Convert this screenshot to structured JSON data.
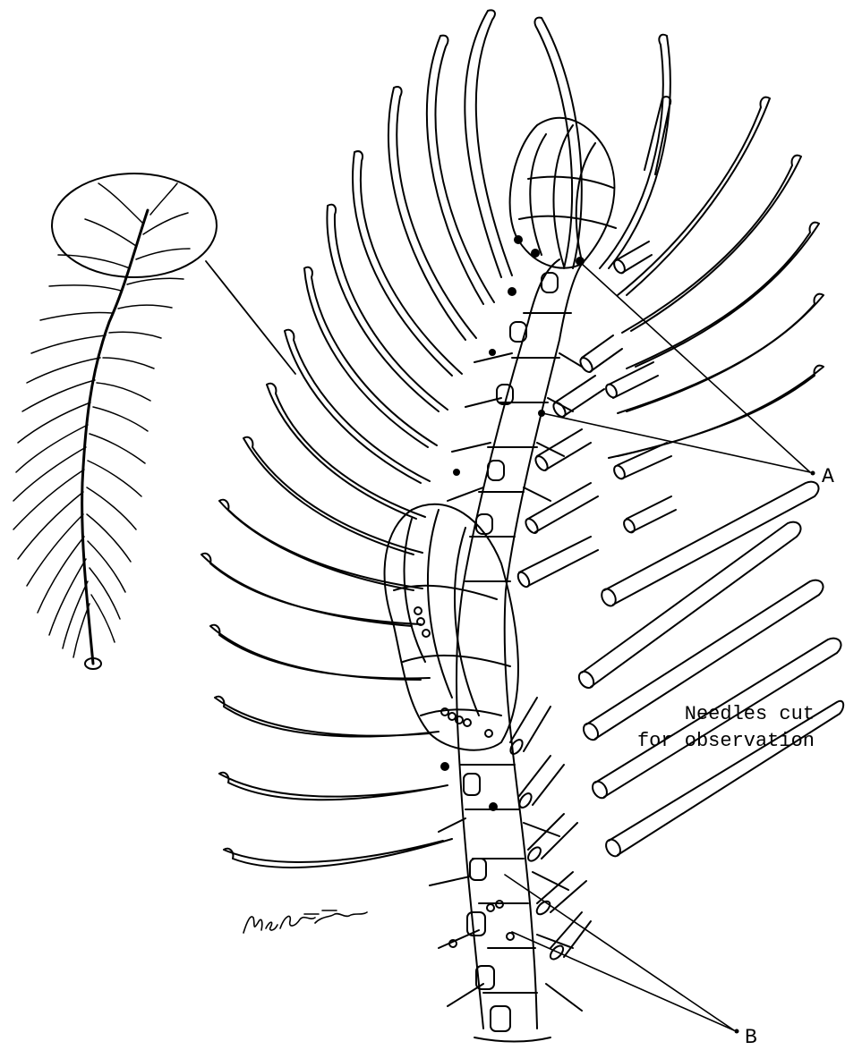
{
  "labels": {
    "a": "A",
    "b": "B"
  },
  "note": {
    "line1": "Needles cut",
    "line2": "for observation"
  },
  "colors": {
    "ink": "#000000",
    "paper": "#ffffff"
  }
}
